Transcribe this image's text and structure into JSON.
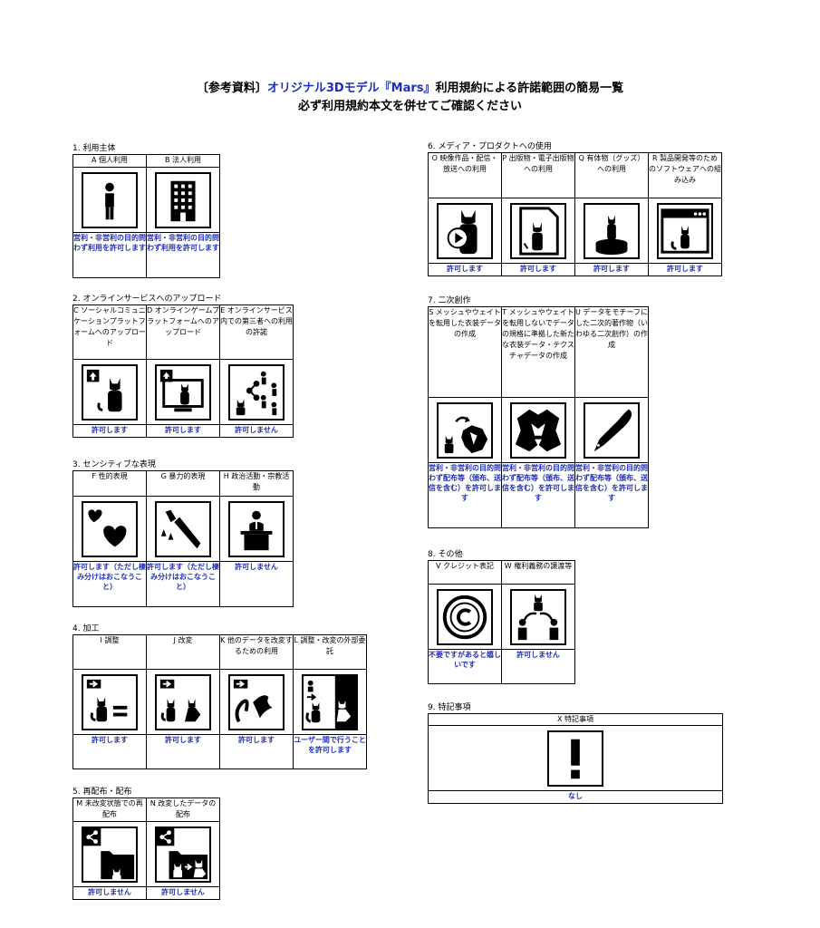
{
  "header": {
    "line1_prefix": "〔参考資料〕",
    "line1_accent": "オリジナル3Dモデル『Mars』",
    "line1_suffix": "利用規約による許諾範囲の簡易一覧",
    "line2": "必ず利用規約本文を併せてご確認ください"
  },
  "colors": {
    "accent": "#1f2fb8",
    "ink": "#000000"
  },
  "sections": {
    "s1": {
      "title": "1. 利用主体",
      "items": [
        {
          "label": "A 個人利用",
          "icon": "person-icon",
          "status": "営利・非営利の目的問わず利用を許可します"
        },
        {
          "label": "B 法人利用",
          "icon": "building-icon",
          "status": "営利・非営利の目的問わず利用を許可します"
        }
      ]
    },
    "s2": {
      "title": "2. オンラインサービスへのアップロード",
      "items": [
        {
          "label": "C ソーシャルコミュニケーションプラットフォームへのアップロード",
          "icon": "upload-cat-icon",
          "status": "許可します"
        },
        {
          "label": "D オンラインゲームプラットフォームへのアップロード",
          "icon": "upload-monitor-icon",
          "status": "許可します"
        },
        {
          "label": "E オンラインサービス内での第三者への利用の許諾",
          "icon": "share-network-icon",
          "status": "許可しません"
        }
      ]
    },
    "s3": {
      "title": "3. センシティブな表現",
      "items": [
        {
          "label": "F 性的表現",
          "icon": "hearts-icon",
          "status": "許可します（ただし棲み分けはおこなうこと）"
        },
        {
          "label": "G 暴力的表現",
          "icon": "knife-icon",
          "status": "許可します（ただし棲み分けはおこなうこと）"
        },
        {
          "label": "H 政治活動・宗教活動",
          "icon": "podium-icon",
          "status": "許可しません"
        }
      ]
    },
    "s4": {
      "title": "4. 加工",
      "items": [
        {
          "label": "I 調整",
          "icon": "equal-icon",
          "status": "許可します"
        },
        {
          "label": "J 改変",
          "icon": "modify-icon",
          "status": "許可します"
        },
        {
          "label": "K 他のデータを改変するための利用",
          "icon": "transform-icon",
          "status": "許可します"
        },
        {
          "label": "L 調整・改変の外部委託",
          "icon": "outsource-icon",
          "status": "ユーザー間で行うことを許可します"
        }
      ]
    },
    "s5": {
      "title": "5. 再配布・配布",
      "items": [
        {
          "label": "M 未改変状態での再配布",
          "icon": "redistribute-icon",
          "status": "許可しません"
        },
        {
          "label": "N 改変したデータの配布",
          "icon": "distribute-modified-icon",
          "status": "許可しません"
        }
      ]
    },
    "s6": {
      "title": "6. メディア・プロダクトへの使用",
      "items": [
        {
          "label": "O 映像作品・配信・放送への利用",
          "icon": "video-play-icon",
          "status": "許可します"
        },
        {
          "label": "P 出版物・電子出版物への利用",
          "icon": "document-icon",
          "status": "許可します"
        },
        {
          "label": "Q 有体物（グッズ）への利用",
          "icon": "figure-icon",
          "status": "許可します"
        },
        {
          "label": "R 製品開発等のためのソフトウェアへの組み込み",
          "icon": "software-window-icon",
          "status": "許可します"
        }
      ]
    },
    "s7": {
      "title": "7. 二次創作",
      "items": [
        {
          "label": "S メッシュやウェイトを転用した衣装データの作成",
          "icon": "costume-transfer-icon",
          "status": "営利・非営利の目的問わず配布等（頒布、送信を含む）を許可します"
        },
        {
          "label": "T メッシュやウェイトを転用しないでデータの規格に準拠した新たな衣装データ・テクスチャデータの作成",
          "icon": "costume-icon",
          "status": "営利・非営利の目的問わず配布等（頒布、送信を含む）を許可します"
        },
        {
          "label": "U データをモチーフにした二次的著作物（いわゆる二次創作）の作成",
          "icon": "pen-icon",
          "status": "営利・非営利の目的問わず配布等（頒布、送信を含む）を許可します"
        }
      ]
    },
    "s8": {
      "title": "8. その他",
      "items": [
        {
          "label": "V クレジット表記",
          "icon": "copyright-icon",
          "status": "不要ですがあると嬉しいです"
        },
        {
          "label": "W 権利義務の譲渡等",
          "icon": "transfer-people-icon",
          "status": "許可しません"
        }
      ]
    },
    "s9": {
      "title": "9. 特記事項",
      "items": [
        {
          "label": "X 特記事項",
          "icon": "exclamation-icon",
          "status": "なし"
        }
      ]
    }
  }
}
